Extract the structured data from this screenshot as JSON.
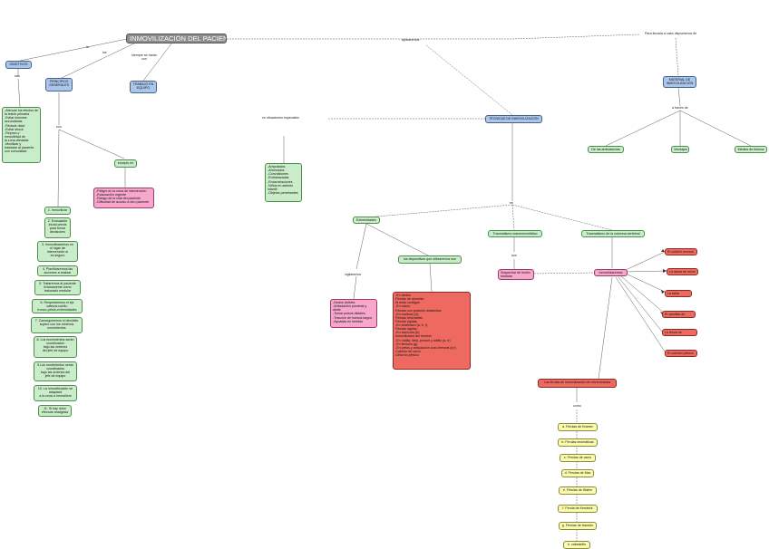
{
  "map": {
    "title": "INMOVILIZACIÓN DEL PACIENTE",
    "objetivos": "OBJETIVOS",
    "principios": "PRINCIPIOS\nGENERALES",
    "trabajo": "TRABAJO EN\nEQUIPO",
    "tecnicas": "TÉCNICAS DE INMOVILIZACIÓN",
    "material": "MATERIAL DE\nINMOVILIZACIÓN",
    "objetivos_list": "-Atenuar los efectos de\nla lesión primaria\n-Evitar lesiones\nsecundarias\n-Reducir dolor\n-Evitar shock\n-Reposo y\ninmovilidad de\nla zona afectada\n-Movilizar y\ntrasladar al paciente\ncon comodidad",
    "excepto": "excepto en",
    "excepto_list": "-Peligro en la zona de intervención\n-Evacuación urgente\n-Riesgo de la vida del paciente\n-Dificultad de acceso a otro paciente",
    "principios_steps": [
      "1. Inmovilizar",
      "2. Evaluación\ninicial previa\npara tomar\ndecisiones",
      "3. Inmovilizaremos en\nel lugar de\nintervención si\nes seguro",
      "4. Planificaremos las\nacciones a realizar",
      "5. Trataremos al paciente\nlivianamente como\nlesionado medular",
      "6. Respetaremos el eje\ncabeza-cuello-\ntronco-pelvis-extremidades",
      "7. Conseguiremos el decúbito\nsupino con los mínimos\nmovimientos",
      "8. Los movimientos serán\ncoordinados\nbajo las órdenes\ndel jefe de equipo",
      "9.Los movimientos serán\ncoordinados\nbajo las órdenes del\njefe de equipo",
      "10. La inmovilización se\nadaptará\na la zona a inmovilizar",
      "11. Si hay dolor\nefectuar analgesia"
    ],
    "situaciones_list": "-Amputados\n-Ahorcados\n-Convulsiones\n-Embarazadas\n-Encarcelaciones\n-Niños en asiento\ninfantil\n-Objetos penetrantes",
    "extremidades": "Extremidades",
    "dispositivos": "los dispositivos que utilizaremos son",
    "vigilaremos_list": "-Dedos visibles\n-Articulación proximal y\ndistal\n-Tomar pulsos distales\n-Tracción de huesos largos\n-Ayuadas en heridas",
    "dispositivos_list": "-En dedos:\nFérulas de aluminio\nAl dedo contiguo\n-En mano:\nFérulas con posición anatómica\n-En muñeca (b):\nFérulas hinchables\nFérulas rígidas\n-En antebrazo (a, b, f):\nFérulas rígidas\n-En clavícula (b):\nInmovilizador del hombro\n-En rodilla, tibia, peroné y tobillo (a, e)\n-En fémur/a (g)\n-En pelvis y articulación coxo femoral (a,f)\nColchón de vacío\nCinturón pélvico",
    "craneo": "Traumatismo craneoencefálico",
    "columna": "Traumatismo de la columna vertebral",
    "sospechar": "Sospechar de lesión\nmedular",
    "inmovilizar_con": "Inmovilizaremos con",
    "red_items": [
      "El collarín cervical",
      "La dama de elche",
      "La tabla espinal",
      "El camillas de vacío",
      "La férula de Kendrick",
      "El colchón pélvico"
    ],
    "ferulas": "Las férulas de inmovilización de extremidades",
    "yellow_items": [
      "a. Férulas de Kramer",
      "b. Férulas neumáticas",
      "c. Férulas de vacío",
      "d. Férulas de Mac",
      "e. Férulas de Watrin",
      "f. Férula de Kendrick",
      "g. Férulas de tracción",
      "h. cabestrillo"
    ],
    "material_items": [
      "De las ambulancias",
      "Vendajes",
      "Medios de fortuna"
    ]
  },
  "labels": {
    "lbl_la": "la",
    "lbl_los": "los",
    "lbl_siempre": "siempre se harán\ncon",
    "lbl_son": "son",
    "lbl_aplicaremos": "aplicaremos",
    "lbl_para": "Para llevarla a cabo disponemos de",
    "lbl_situaciones": "en situaciones especiales",
    "lbl_sean": "son",
    "lbl_atraves": "a través de",
    "lbl_en": "en",
    "lbl_vigilaremos": "vigilaremos",
    "lbl_con": "con",
    "lbl_como": "como"
  }
}
